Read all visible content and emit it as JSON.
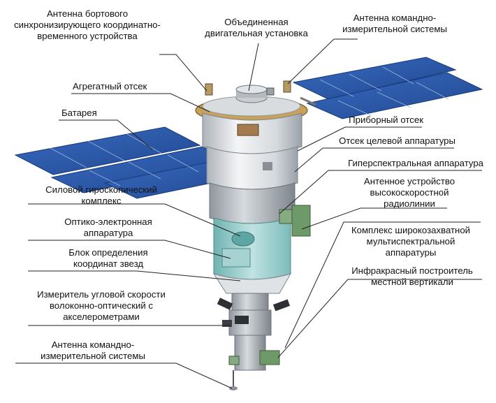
{
  "labels": {
    "sync_antenna": [
      "Антенна бортового",
      "синхронизирующего координатно-",
      "временного устройства"
    ],
    "propulsion": [
      "Объединенная",
      "двигательная установка"
    ],
    "command_antenna_top": [
      "Антенна командно-",
      "измерительной системы"
    ],
    "aggregate_compartment": "Агрегатный отсек",
    "battery": "Батарея",
    "instrument_compartment": "Приборный отсек",
    "payload_compartment": "Отсек целевой аппаратуры",
    "hyperspectral": "Гиперспектральная аппаратура",
    "highspeed_antenna": [
      "Антенное устройство",
      "высокоскоростной",
      "радиолинии"
    ],
    "gyro_complex": [
      "Силовой гироскопический",
      "комплекс"
    ],
    "optoelectronic": [
      "Оптико-электронная",
      "аппаратура"
    ],
    "star_tracker": [
      "Блок определения",
      "координат звезд"
    ],
    "multispectral": [
      "Комплекс широкозахватной",
      "мультиспектральной",
      "аппаратуры"
    ],
    "infrared_vertical": [
      "Инфракрасный построитель",
      "местной вертикали"
    ],
    "gyro_fiber": [
      "Измеритель угловой скорости",
      "волоконно-оптический с",
      "акселерометрами"
    ],
    "command_antenna_bottom": [
      "Антенна командно-",
      "измерительной системы"
    ]
  },
  "colors": {
    "panel_blue": "#2b5aa8",
    "panel_grid": "#9cb4dc",
    "body_white": "#e8ebee",
    "body_gray": "#b9bec4",
    "gold": "#c8a15a",
    "brown": "#8a5a34",
    "cyan_instr": "#8fc9c8",
    "green_box": "#6e9a6a",
    "leader_line": "#222222"
  }
}
